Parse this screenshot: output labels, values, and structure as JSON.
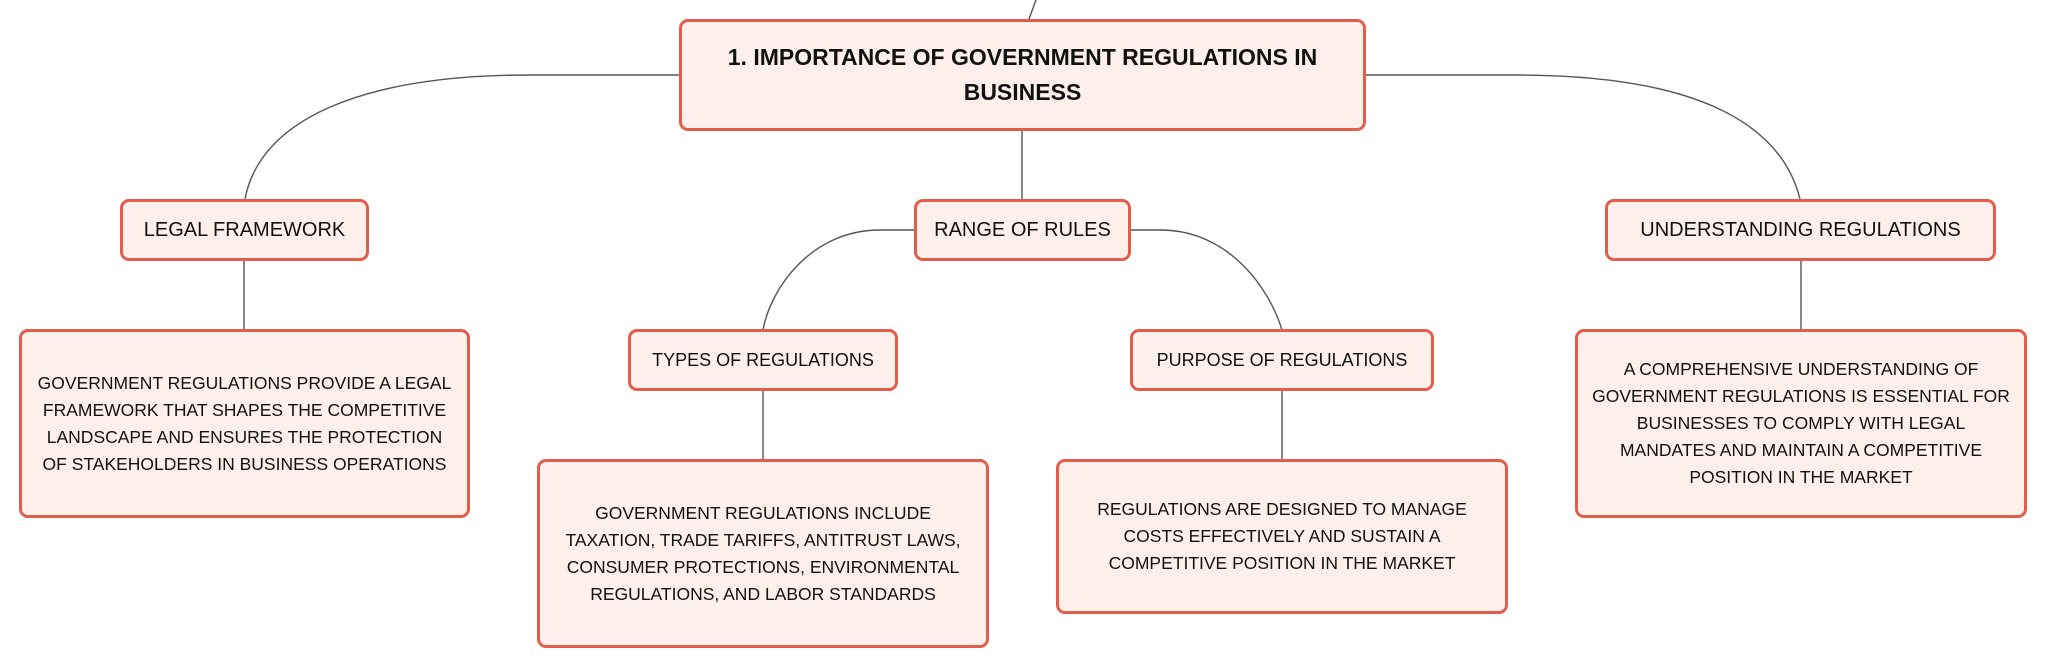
{
  "colors": {
    "node_fill": "#fdf0ec",
    "node_border": "#e35d4b",
    "connector": "#555555",
    "text": "#111111"
  },
  "mindmap": {
    "root": {
      "label": "1. IMPORTANCE OF GOVERNMENT REGULATIONS IN BUSINESS"
    },
    "legal_framework": {
      "label": "LEGAL FRAMEWORK",
      "detail": "GOVERNMENT REGULATIONS PROVIDE A LEGAL FRAMEWORK THAT SHAPES THE COMPETITIVE LANDSCAPE AND ENSURES THE PROTECTION OF STAKEHOLDERS IN BUSINESS OPERATIONS"
    },
    "range_of_rules": {
      "label": "RANGE OF RULES",
      "types": {
        "label": "TYPES OF REGULATIONS",
        "detail": "GOVERNMENT REGULATIONS INCLUDE TAXATION, TRADE TARIFFS, ANTITRUST LAWS, CONSUMER PROTECTIONS, ENVIRONMENTAL REGULATIONS, AND LABOR STANDARDS"
      },
      "purpose": {
        "label": "PURPOSE OF REGULATIONS",
        "detail": "REGULATIONS ARE DESIGNED TO MANAGE COSTS EFFECTIVELY AND SUSTAIN A COMPETITIVE POSITION IN THE MARKET"
      }
    },
    "understanding": {
      "label": "UNDERSTANDING REGULATIONS",
      "detail": "A COMPREHENSIVE UNDERSTANDING OF GOVERNMENT REGULATIONS IS ESSENTIAL FOR BUSINESSES TO COMPLY WITH LEGAL MANDATES AND MAINTAIN A COMPETITIVE POSITION IN THE MARKET"
    }
  }
}
